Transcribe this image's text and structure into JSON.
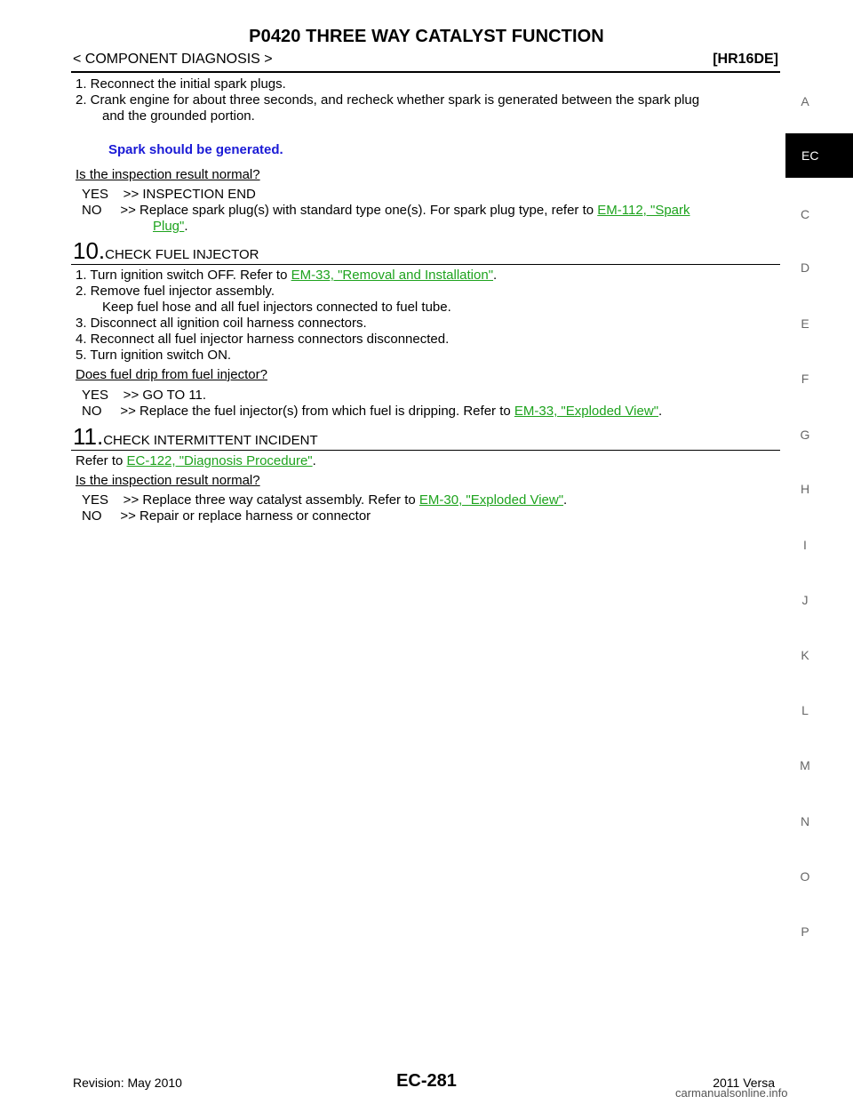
{
  "header": {
    "title": "P0420 THREE WAY CATALYST FUNCTION",
    "section": "< COMPONENT DIAGNOSIS >",
    "engine_code": "[HR16DE]"
  },
  "step9": {
    "line1": "1. Reconnect the initial spark plugs.",
    "line2": "2. Crank engine for about three seconds, and recheck whether spark is generated between the spark plug",
    "line2b": "and the grounded portion.",
    "expect": "Spark should be generated.",
    "question": "Is the inspection result normal?",
    "yes": "YES    >> INSPECTION END",
    "no_prefix": "NO     >> Replace spark plug(s) with standard type one(s). For spark plug type, refer to ",
    "no_link1": "EM-112, \"Spark",
    "no_link2": "Plug\"",
    "no_suffix": "."
  },
  "step10": {
    "num": "10.",
    "title": "CHECK FUEL INJECTOR",
    "l1_prefix": "1. Turn ignition switch OFF. Refer to ",
    "l1_link": "EM-33, \"Removal and Installation\"",
    "l1_suffix": ".",
    "l2": "2. Remove fuel injector assembly.",
    "l2b": "Keep fuel hose and all fuel injectors connected to fuel tube.",
    "l3": "3. Disconnect all ignition coil harness connectors.",
    "l4": "4. Reconnect all fuel injector harness connectors disconnected.",
    "l5": "5. Turn ignition switch ON.",
    "question": "Does fuel drip from fuel injector?",
    "yes": "YES    >> GO TO 11.",
    "no_prefix": "NO     >> Replace the fuel injector(s) from which fuel is dripping. Refer to ",
    "no_link": "EM-33, \"Exploded View\"",
    "no_suffix": "."
  },
  "step11": {
    "num": "11.",
    "title": "CHECK INTERMITTENT INCIDENT",
    "ref_prefix": "Refer to ",
    "ref_link": "EC-122, \"Diagnosis Procedure\"",
    "ref_suffix": ".",
    "question": "Is the inspection result normal?",
    "yes_prefix": "YES    >> Replace three way catalyst assembly. Refer to ",
    "yes_link": "EM-30, \"Exploded View\"",
    "yes_suffix": ".",
    "no": "NO     >> Repair or replace harness or connector"
  },
  "side_index": {
    "active_tab": "EC",
    "letters": [
      "A",
      "C",
      "D",
      "E",
      "F",
      "G",
      "H",
      "I",
      "J",
      "K",
      "L",
      "M",
      "N",
      "O",
      "P"
    ]
  },
  "footer": {
    "revision": "Revision: May 2010",
    "page": "EC-281",
    "model": "2011 Versa",
    "watermark": "carmanualsonline.info"
  }
}
